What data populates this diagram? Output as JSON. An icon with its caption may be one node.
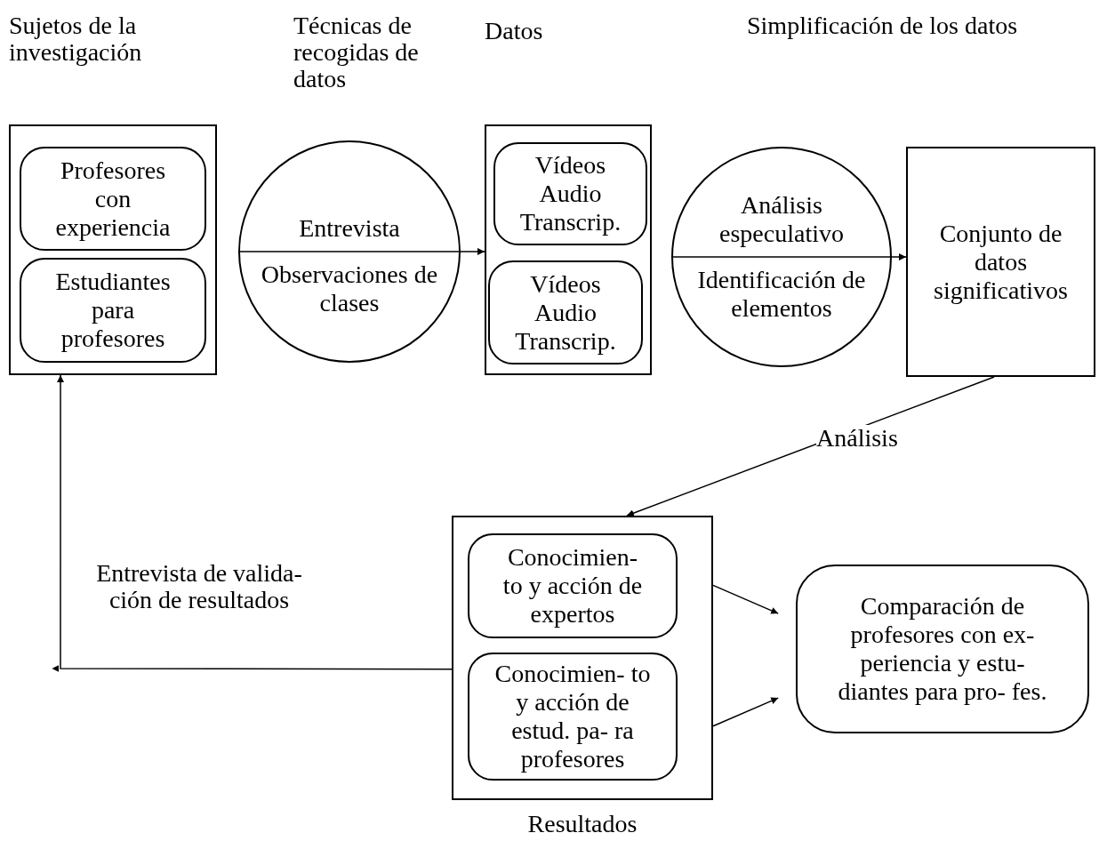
{
  "diagram": {
    "nodes": [
      {
        "text": [],
        "shape": "box"
      },
      {
        "text": [
          "Profesores con experiencia"
        ],
        "in": 0
      },
      {
        "text": [
          "Estudiantes para profesores"
        ],
        "in": 0
      },
      {
        "text": [
          "Entrevista",
          "Observaciones de clases"
        ]
      },
      {
        "text": [],
        "shape": "box"
      },
      {
        "text": [
          "Vídeos Audio Transcrip."
        ],
        "in": 4
      },
      {
        "text": [
          "Vídeos Audio Transcrip."
        ],
        "in": 4
      },
      {
        "text": [
          "Análisis especulativo",
          "Identificación de elementos"
        ]
      },
      {
        "text": [
          "Conjunto de datos significativos"
        ]
      },
      {
        "text": [],
        "shape": "box",
        "beside": [
          "Resultados"
        ]
      },
      {
        "text": [
          "Conocimien- to y acción de expertos"
        ],
        "in": 9
      },
      {
        "text": [
          "Conocimien- to y acción de estud. pa- ra profesores"
        ],
        "in": 9
      },
      {
        "text": [
          "Comparación de profesores con ex- periencia y estu- diantes para pro- fes."
        ]
      }
    ],
    "edges": [
      {
        "from": 3,
        "to": 4,
        "arrow": "to"
      },
      {
        "from": 7,
        "to": 8,
        "arrow": "to"
      },
      {
        "from": 8,
        "to": 9,
        "arrow": "to",
        "label": "Análisis"
      },
      {
        "from": 9,
        "to": 12,
        "arrow": "to"
      },
      {
        "from": 9,
        "to": 12,
        "arrow": "to"
      },
      {
        "from": 9,
        "to": 0,
        "arrow": "to",
        "label": "Entrevista de valida- ción de resultados"
      }
    ],
    "labels": [
      "Sujetos de la investigación",
      "Técnicas de recogidas de datos",
      "Datos",
      "Simplificación de los datos"
    ]
  }
}
